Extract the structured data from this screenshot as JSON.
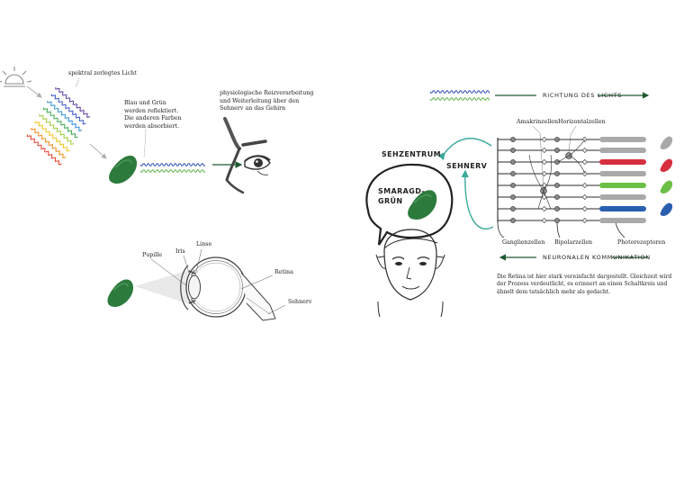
{
  "colors": {
    "ink": "#2a2a2a",
    "teal": "#3aa99a",
    "dark_green": "#1e6a33",
    "emerald": "#2d7a3d",
    "wave_blue": "#2d4fb5",
    "wave_green": "#5fb54a",
    "rod_grey": "#a9a9a9",
    "red": "#d63040",
    "green": "#6cbf45",
    "blue": "#2a5fb0",
    "rainbow": [
      "#5a3c9c",
      "#3b55c9",
      "#2f8fd6",
      "#3aa64c",
      "#9ccc3a",
      "#f0c419",
      "#f08a1c",
      "#e23b2b"
    ]
  },
  "icons": [
    "sun-icon",
    "arrow-icon",
    "eye-icon",
    "face-icon",
    "thought-bubble-icon"
  ],
  "spectrum": {
    "label": "spektral zerlegtes Licht"
  },
  "reflection": {
    "lines": [
      "Blau und Grün",
      "werden reflektiert.",
      "Die anderen Farben",
      "werden absorbiert."
    ]
  },
  "processing": {
    "lines": [
      "physiologische Reizverarbeitung",
      "und Weiterleitung über den",
      "Sehnerv an das Gehirn"
    ]
  },
  "eye_anatomy": {
    "pupille": "Pupille",
    "iris": "Iris",
    "linse": "Linse",
    "retina": "Retina",
    "sehnerv": "Sehnerv"
  },
  "brain": {
    "sehzentrum": "SEHZENTRUM",
    "sehnerv": "SEHNERV",
    "color_lines": [
      "SMARAGD-",
      "GRÜN"
    ]
  },
  "retina": {
    "light_direction": "RICHTUNG DES LICHTS",
    "amakrinzellen": "Amakrinzellen",
    "horizontalzellen": "Horizontalzellen",
    "ganglienzellen": "Ganglienzellen",
    "bipolarzellen": "Bipolarzellen",
    "photorezeptoren": "Photorezeptoren",
    "neural_direction": "NEURONALEN KOMMUNIKATION",
    "caption_lines": [
      "Die Retina ist hier stark vereinfacht dargestellt. Gleichzeit wird",
      "der Prozess verdeutlicht, es erinnert an einen Schaltkreis und",
      "ähnelt dem tatsächlich mehr als gedacht."
    ]
  }
}
